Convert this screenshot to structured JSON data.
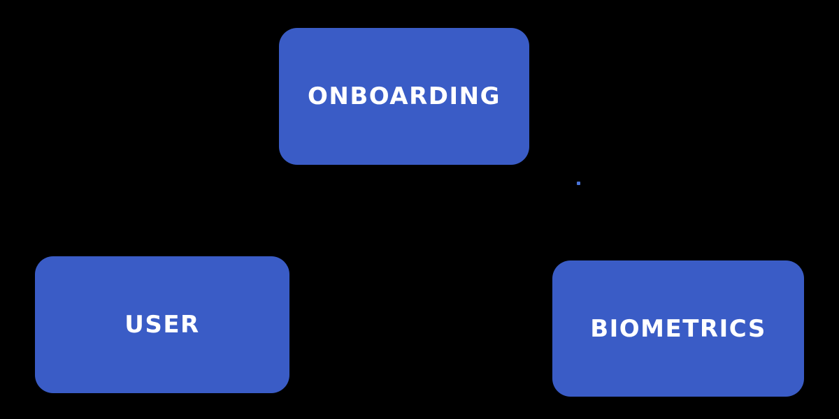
{
  "diagram": {
    "background_color": "#000000",
    "node_fill_color": "#3a5cc6",
    "node_text_color": "#ffffff",
    "artifact_dot_color": "#4a74d8",
    "nodes": [
      {
        "id": "onboarding",
        "label": "ONBOARDING"
      },
      {
        "id": "user",
        "label": "USER"
      },
      {
        "id": "biometrics",
        "label": "BIOMETRICS"
      }
    ]
  }
}
